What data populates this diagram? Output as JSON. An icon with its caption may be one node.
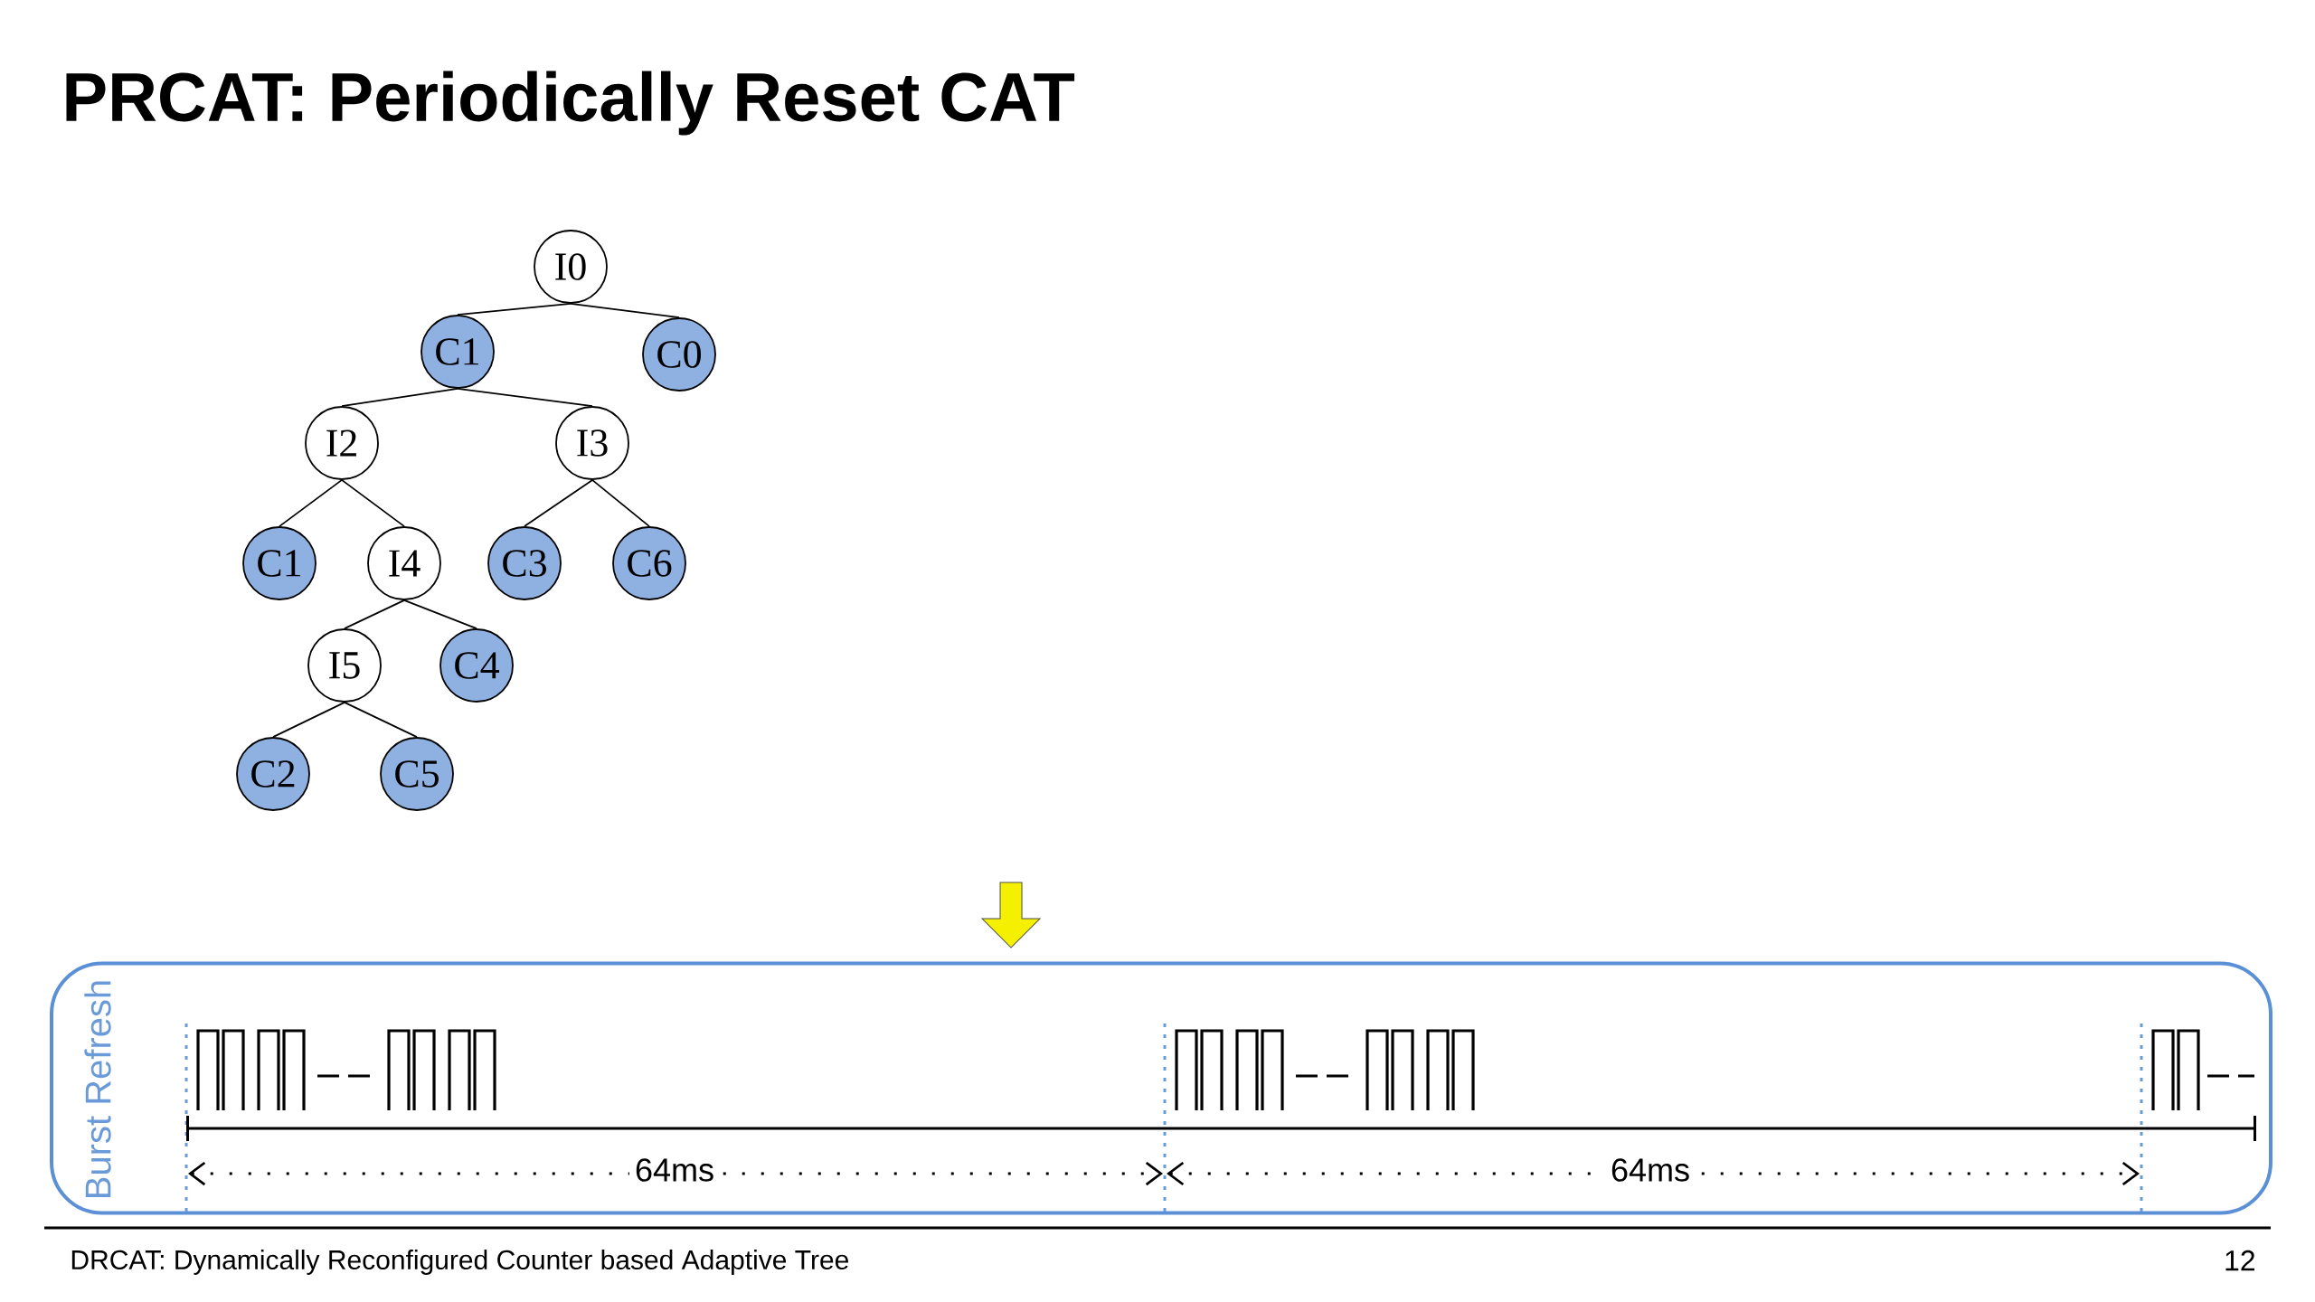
{
  "diagram": {
    "title": "PRCAT: Periodically Reset CAT",
    "nodes": [
      {
        "text": [
          "I0"
        ]
      },
      {
        "text": [
          "C1"
        ]
      },
      {
        "text": [
          "C0"
        ]
      },
      {
        "text": [
          "I2"
        ]
      },
      {
        "text": [
          "I3"
        ]
      },
      {
        "text": [
          "C1"
        ]
      },
      {
        "text": [
          "I4"
        ]
      },
      {
        "text": [
          "C3"
        ]
      },
      {
        "text": [
          "C6"
        ]
      },
      {
        "text": [
          "I5"
        ]
      },
      {
        "text": [
          "C4"
        ]
      },
      {
        "text": [
          "C2"
        ]
      },
      {
        "text": [
          "C5"
        ]
      },
      {
        "text": [
          "Burst Refresh"
        ]
      }
    ],
    "edges": [
      {
        "from": 0,
        "to": 1,
        "arrow": "none"
      },
      {
        "from": 0,
        "to": 2,
        "arrow": "none"
      },
      {
        "from": 1,
        "to": 3,
        "arrow": "none"
      },
      {
        "from": 1,
        "to": 4,
        "arrow": "none"
      },
      {
        "from": 3,
        "to": 5,
        "arrow": "none"
      },
      {
        "from": 3,
        "to": 6,
        "arrow": "none"
      },
      {
        "from": 4,
        "to": 7,
        "arrow": "none"
      },
      {
        "from": 4,
        "to": 8,
        "arrow": "none"
      },
      {
        "from": 6,
        "to": 9,
        "arrow": "none"
      },
      {
        "from": 6,
        "to": 10,
        "arrow": "none"
      },
      {
        "from": 9,
        "to": 11,
        "arrow": "none"
      },
      {
        "from": 9,
        "to": 12,
        "arrow": "none"
      }
    ],
    "labels": [
      "64ms",
      "64ms",
      "DRCAT: Dynamically Reconfigured Counter based Adaptive Tree",
      "12"
    ]
  }
}
